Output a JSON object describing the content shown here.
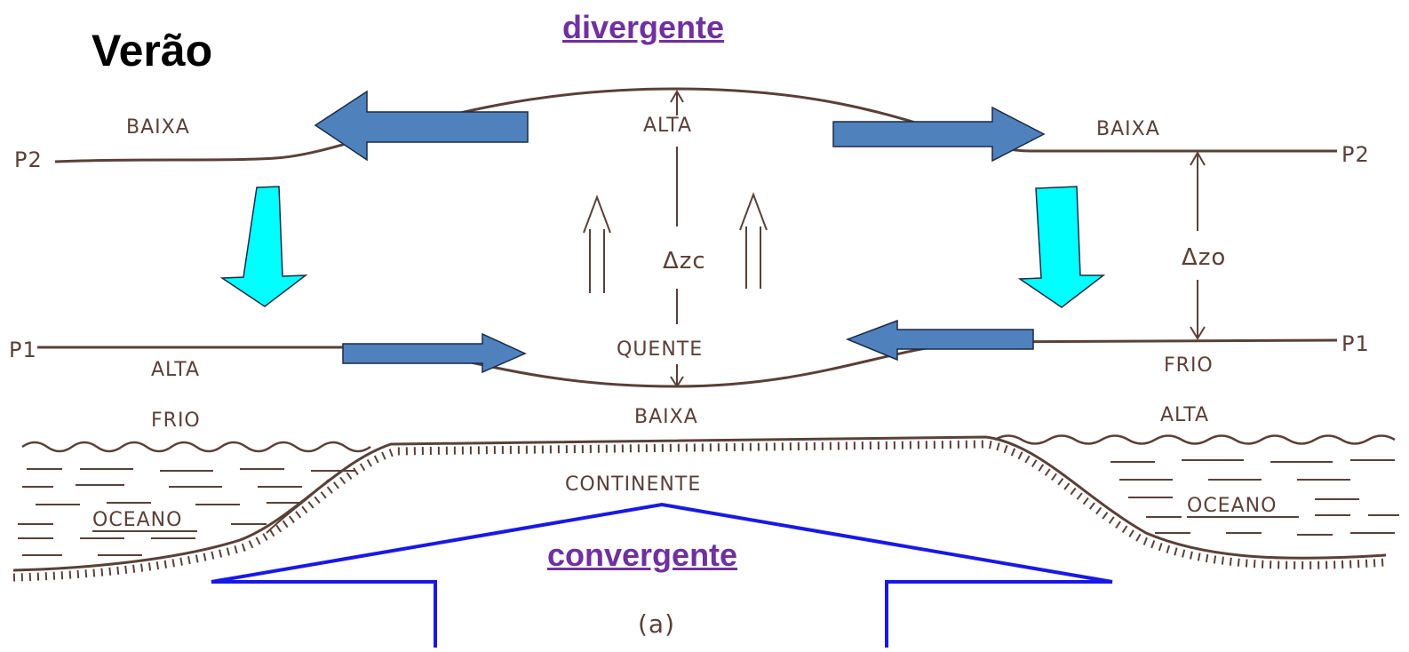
{
  "title": "Verão",
  "top_label": "divergente",
  "bottom_label": "convergente",
  "caption": "(a)",
  "levels": {
    "p2_left": "P2",
    "p2_right": "P2",
    "p1_left": "P1",
    "p1_right": "P1"
  },
  "pressure_labels": {
    "upper_left": "BAIXA",
    "upper_center": "ALTA",
    "upper_right": "BAIXA",
    "lower_left_alta": "ALTA",
    "lower_left_frio": "FRIO",
    "lower_center_quente": "QUENTE",
    "lower_center_baixa": "BAIXA",
    "lower_right_frio": "FRIO",
    "lower_right_alta": "ALTA"
  },
  "thickness": {
    "continent": "Δzc",
    "ocean": "Δzo"
  },
  "surface_labels": {
    "continent": "CONTINENTE",
    "ocean_left": "OCEANO",
    "ocean_right": "OCEANO"
  },
  "colors": {
    "line": "#5a4038",
    "arrow_blue": "#4f81bd",
    "arrow_cyan": "#00ffff",
    "outline_blue": "#1818e8",
    "purple": "#7030a0"
  }
}
